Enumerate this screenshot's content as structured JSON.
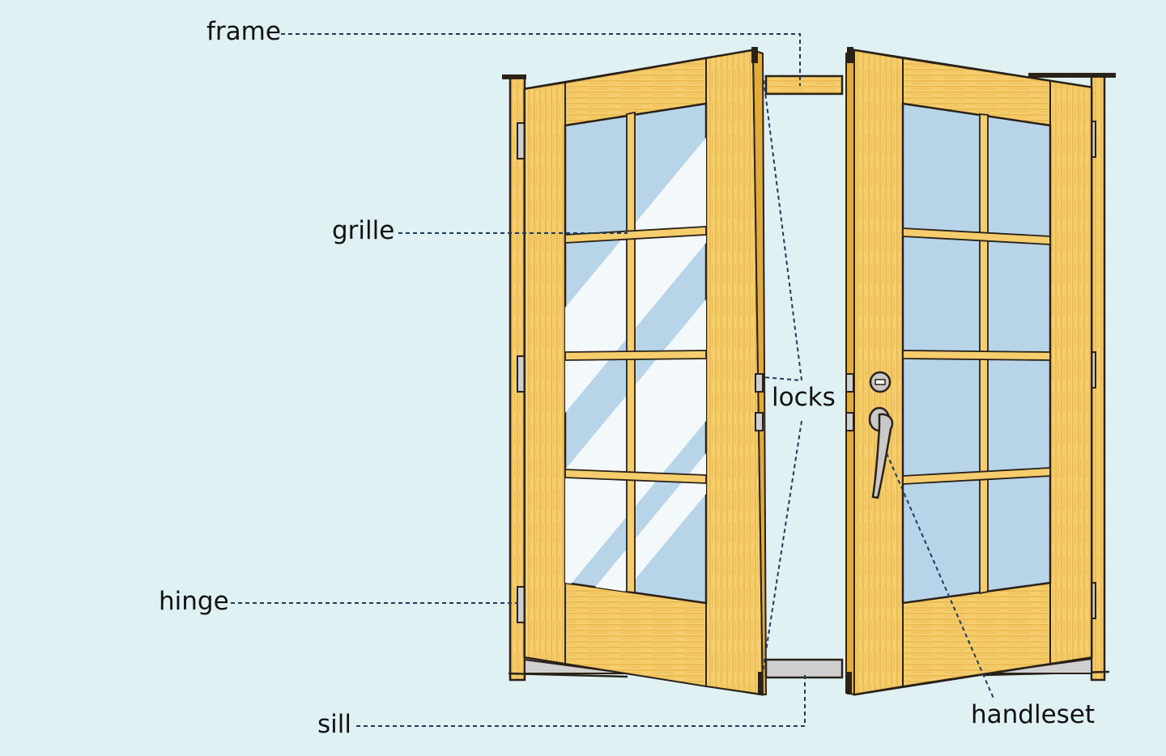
{
  "labels": {
    "frame": "frame",
    "grille": "grille",
    "locks": "locks",
    "hinge": "hinge",
    "sill": "sill",
    "handleset": "handleset"
  },
  "colors": {
    "background": "#dff1f3",
    "wood": "#f6cd6c",
    "wood_dark": "#e2ab3e",
    "glass": "#b7d4e8",
    "glass_reflection": "#f3f8fb",
    "outline": "#2a2118",
    "leader": "#1d3a60",
    "metal": "#c9c9c9"
  }
}
